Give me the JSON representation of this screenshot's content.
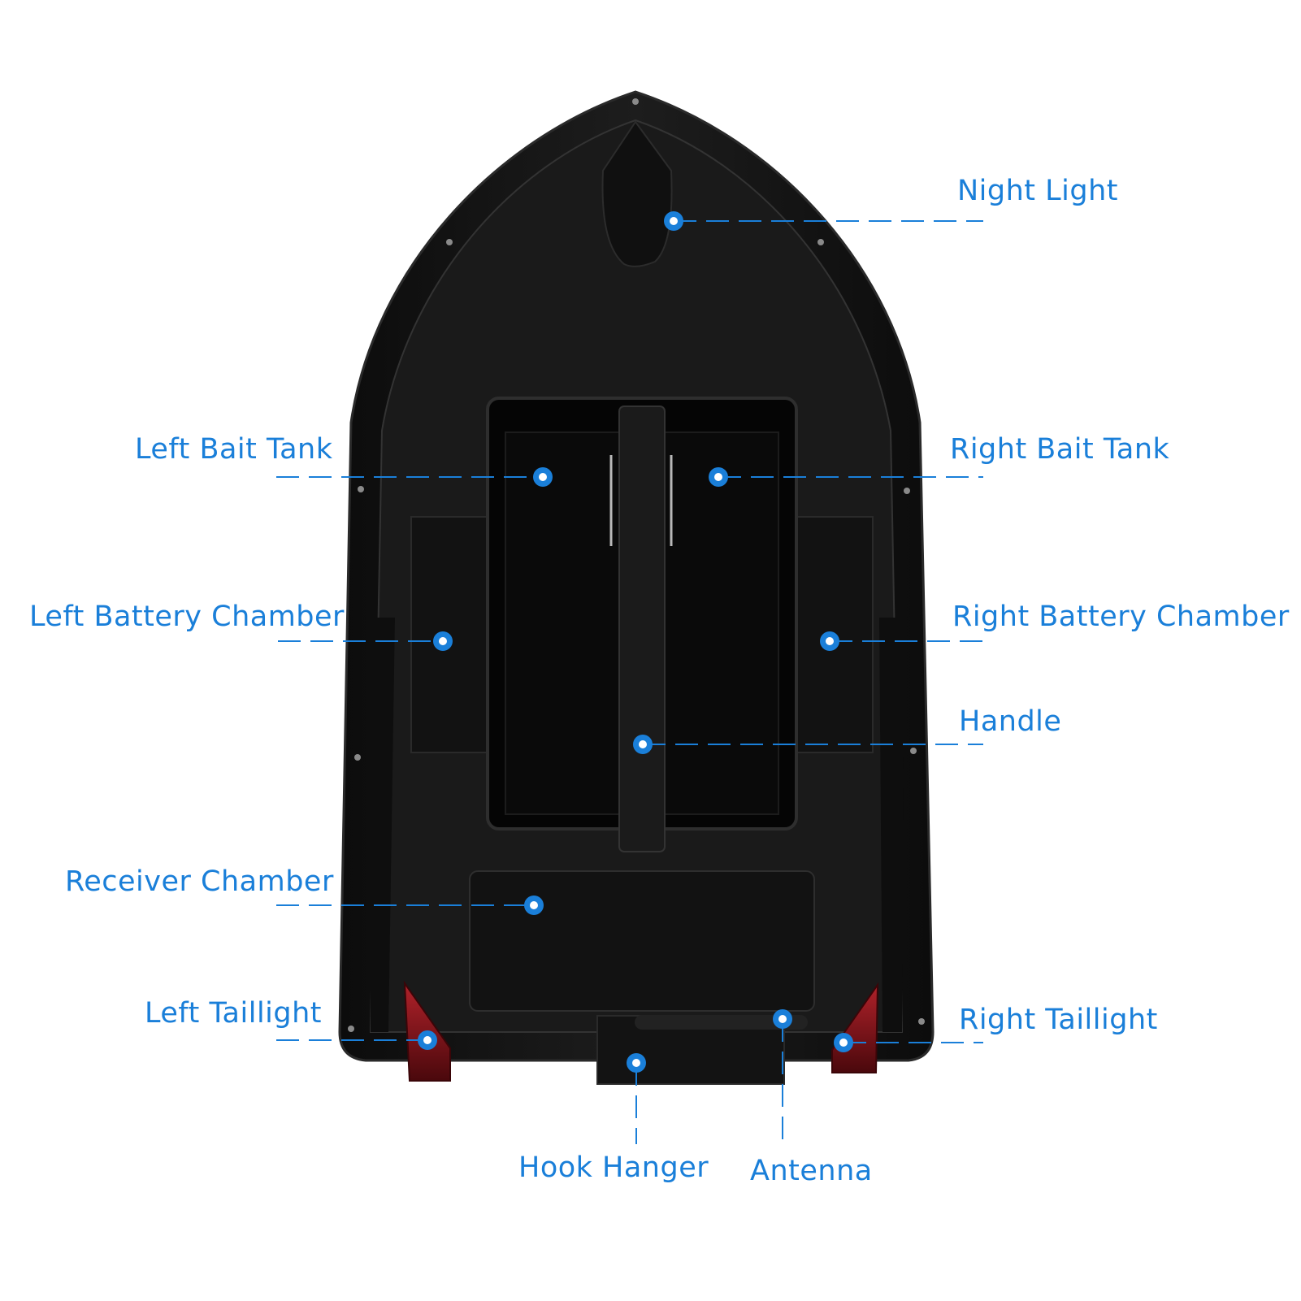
{
  "accent_color": "#1a7fd9",
  "hull_color": "#141414",
  "taillight_color": "#7a1216",
  "callouts": [
    {
      "id": "night-light",
      "label": "Night Light"
    },
    {
      "id": "left-bait-tank",
      "label": "Left Bait Tank"
    },
    {
      "id": "right-bait-tank",
      "label": "Right Bait Tank"
    },
    {
      "id": "left-battery-chamber",
      "label": "Left Battery Chamber"
    },
    {
      "id": "right-battery-chamber",
      "label": "Right Battery Chamber"
    },
    {
      "id": "handle",
      "label": "Handle"
    },
    {
      "id": "receiver-chamber",
      "label": "Receiver Chamber"
    },
    {
      "id": "left-taillight",
      "label": "Left Taillight"
    },
    {
      "id": "right-taillight",
      "label": "Right Taillight"
    },
    {
      "id": "hook-hanger",
      "label": "Hook Hanger"
    },
    {
      "id": "antenna",
      "label": "Antenna"
    }
  ]
}
